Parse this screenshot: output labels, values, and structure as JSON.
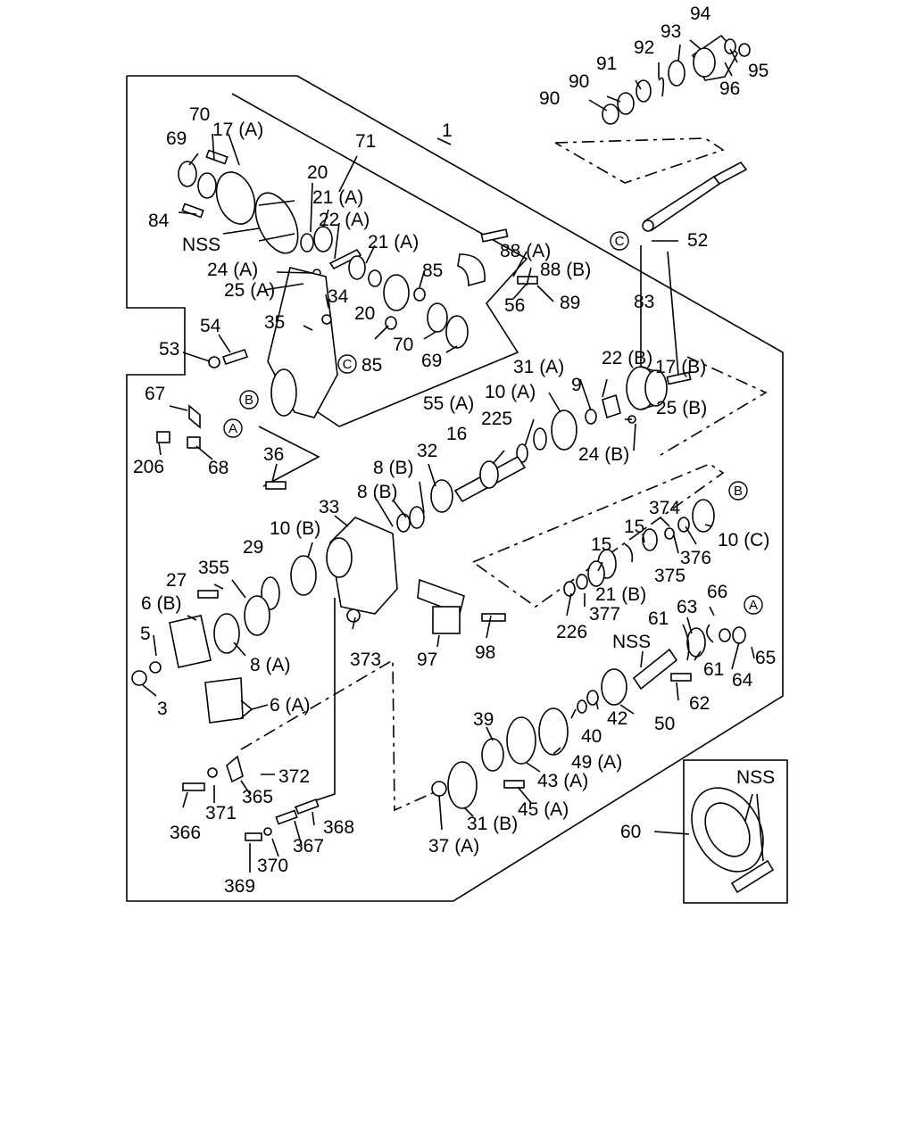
{
  "labels": [
    {
      "id": "l94",
      "text": "94"
    },
    {
      "id": "l93",
      "text": "93"
    },
    {
      "id": "l92",
      "text": "92"
    },
    {
      "id": "l91",
      "text": "91"
    },
    {
      "id": "l90a",
      "text": "90"
    },
    {
      "id": "l90b",
      "text": "90"
    },
    {
      "id": "l95",
      "text": "95"
    },
    {
      "id": "l96",
      "text": "96"
    },
    {
      "id": "l1",
      "text": "1"
    },
    {
      "id": "l71",
      "text": "71"
    },
    {
      "id": "l70a",
      "text": "70"
    },
    {
      "id": "l17a",
      "text": "17 (A)"
    },
    {
      "id": "l69a",
      "text": "69"
    },
    {
      "id": "l20a",
      "text": "20"
    },
    {
      "id": "l21a1",
      "text": "21 (A)"
    },
    {
      "id": "l22a",
      "text": "22 (A)"
    },
    {
      "id": "l21a2",
      "text": "21 (A)"
    },
    {
      "id": "l84",
      "text": "84"
    },
    {
      "id": "lnss1",
      "text": "NSS"
    },
    {
      "id": "l24a",
      "text": "24 (A)"
    },
    {
      "id": "l25a",
      "text": "25 (A)"
    },
    {
      "id": "l34",
      "text": "34"
    },
    {
      "id": "l85a",
      "text": "85"
    },
    {
      "id": "l20b",
      "text": "20"
    },
    {
      "id": "l88a",
      "text": "88 (A)"
    },
    {
      "id": "l88b",
      "text": "88 (B)"
    },
    {
      "id": "l89",
      "text": "89"
    },
    {
      "id": "l56",
      "text": "56"
    },
    {
      "id": "l52",
      "text": "52"
    },
    {
      "id": "l35",
      "text": "35"
    },
    {
      "id": "l70b",
      "text": "70"
    },
    {
      "id": "l85b",
      "text": "85"
    },
    {
      "id": "l69b",
      "text": "69"
    },
    {
      "id": "l54",
      "text": "54"
    },
    {
      "id": "l53",
      "text": "53"
    },
    {
      "id": "l83",
      "text": "83"
    },
    {
      "id": "l17b",
      "text": "17 (B)"
    },
    {
      "id": "l31a",
      "text": "31 (A)"
    },
    {
      "id": "l22b",
      "text": "22 (B)"
    },
    {
      "id": "l10a",
      "text": "10 (A)"
    },
    {
      "id": "l9",
      "text": "9"
    },
    {
      "id": "l25b",
      "text": "25 (B)"
    },
    {
      "id": "l67",
      "text": "67"
    },
    {
      "id": "l55a",
      "text": "55 (A)"
    },
    {
      "id": "l225",
      "text": "225"
    },
    {
      "id": "l16",
      "text": "16"
    },
    {
      "id": "l24b",
      "text": "24 (B)"
    },
    {
      "id": "l206",
      "text": "206"
    },
    {
      "id": "l68",
      "text": "68"
    },
    {
      "id": "l36",
      "text": "36"
    },
    {
      "id": "l32",
      "text": "32"
    },
    {
      "id": "l8b1",
      "text": "8 (B)"
    },
    {
      "id": "l8b2",
      "text": "8 (B)"
    },
    {
      "id": "l33",
      "text": "33"
    },
    {
      "id": "l374",
      "text": "374"
    },
    {
      "id": "l10b",
      "text": "10 (B)"
    },
    {
      "id": "l15a",
      "text": "15"
    },
    {
      "id": "l15b",
      "text": "15"
    },
    {
      "id": "l10c",
      "text": "10 (C)"
    },
    {
      "id": "l376",
      "text": "376"
    },
    {
      "id": "l375",
      "text": "375"
    },
    {
      "id": "l29",
      "text": "29"
    },
    {
      "id": "l355",
      "text": "355"
    },
    {
      "id": "l27",
      "text": "27"
    },
    {
      "id": "l21b",
      "text": "21 (B)"
    },
    {
      "id": "l6b",
      "text": "6 (B)"
    },
    {
      "id": "l66",
      "text": "66"
    },
    {
      "id": "l63",
      "text": "63"
    },
    {
      "id": "l61a",
      "text": "61"
    },
    {
      "id": "l226",
      "text": "226"
    },
    {
      "id": "l377",
      "text": "377"
    },
    {
      "id": "l5",
      "text": "5"
    },
    {
      "id": "lnss2",
      "text": "NSS"
    },
    {
      "id": "l8a",
      "text": "8 (A)"
    },
    {
      "id": "l373",
      "text": "373"
    },
    {
      "id": "l97",
      "text": "97"
    },
    {
      "id": "l98",
      "text": "98"
    },
    {
      "id": "l61b",
      "text": "61"
    },
    {
      "id": "l65",
      "text": "65"
    },
    {
      "id": "l64",
      "text": "64"
    },
    {
      "id": "l3",
      "text": "3"
    },
    {
      "id": "l6a",
      "text": "6 (A)"
    },
    {
      "id": "l62",
      "text": "62"
    },
    {
      "id": "l42",
      "text": "42"
    },
    {
      "id": "l50",
      "text": "50"
    },
    {
      "id": "l39",
      "text": "39"
    },
    {
      "id": "l40",
      "text": "40"
    },
    {
      "id": "l49a",
      "text": "49 (A)"
    },
    {
      "id": "l372",
      "text": "372"
    },
    {
      "id": "l365",
      "text": "365"
    },
    {
      "id": "l43a",
      "text": "43 (A)"
    },
    {
      "id": "l366",
      "text": "366"
    },
    {
      "id": "l371",
      "text": "371"
    },
    {
      "id": "l45a",
      "text": "45 (A)"
    },
    {
      "id": "l368",
      "text": "368"
    },
    {
      "id": "l31b",
      "text": "31 (B)"
    },
    {
      "id": "l60",
      "text": "60"
    },
    {
      "id": "lnss3",
      "text": "NSS"
    },
    {
      "id": "l367",
      "text": "367"
    },
    {
      "id": "l37a",
      "text": "37 (A)"
    },
    {
      "id": "l370",
      "text": "370"
    },
    {
      "id": "l369",
      "text": "369"
    }
  ],
  "callouts": [
    {
      "id": "cC1",
      "text": "C"
    },
    {
      "id": "cC2",
      "text": "C"
    },
    {
      "id": "cB1",
      "text": "B"
    },
    {
      "id": "cA1",
      "text": "A"
    },
    {
      "id": "cB2",
      "text": "B"
    },
    {
      "id": "cA2",
      "text": "A"
    }
  ]
}
